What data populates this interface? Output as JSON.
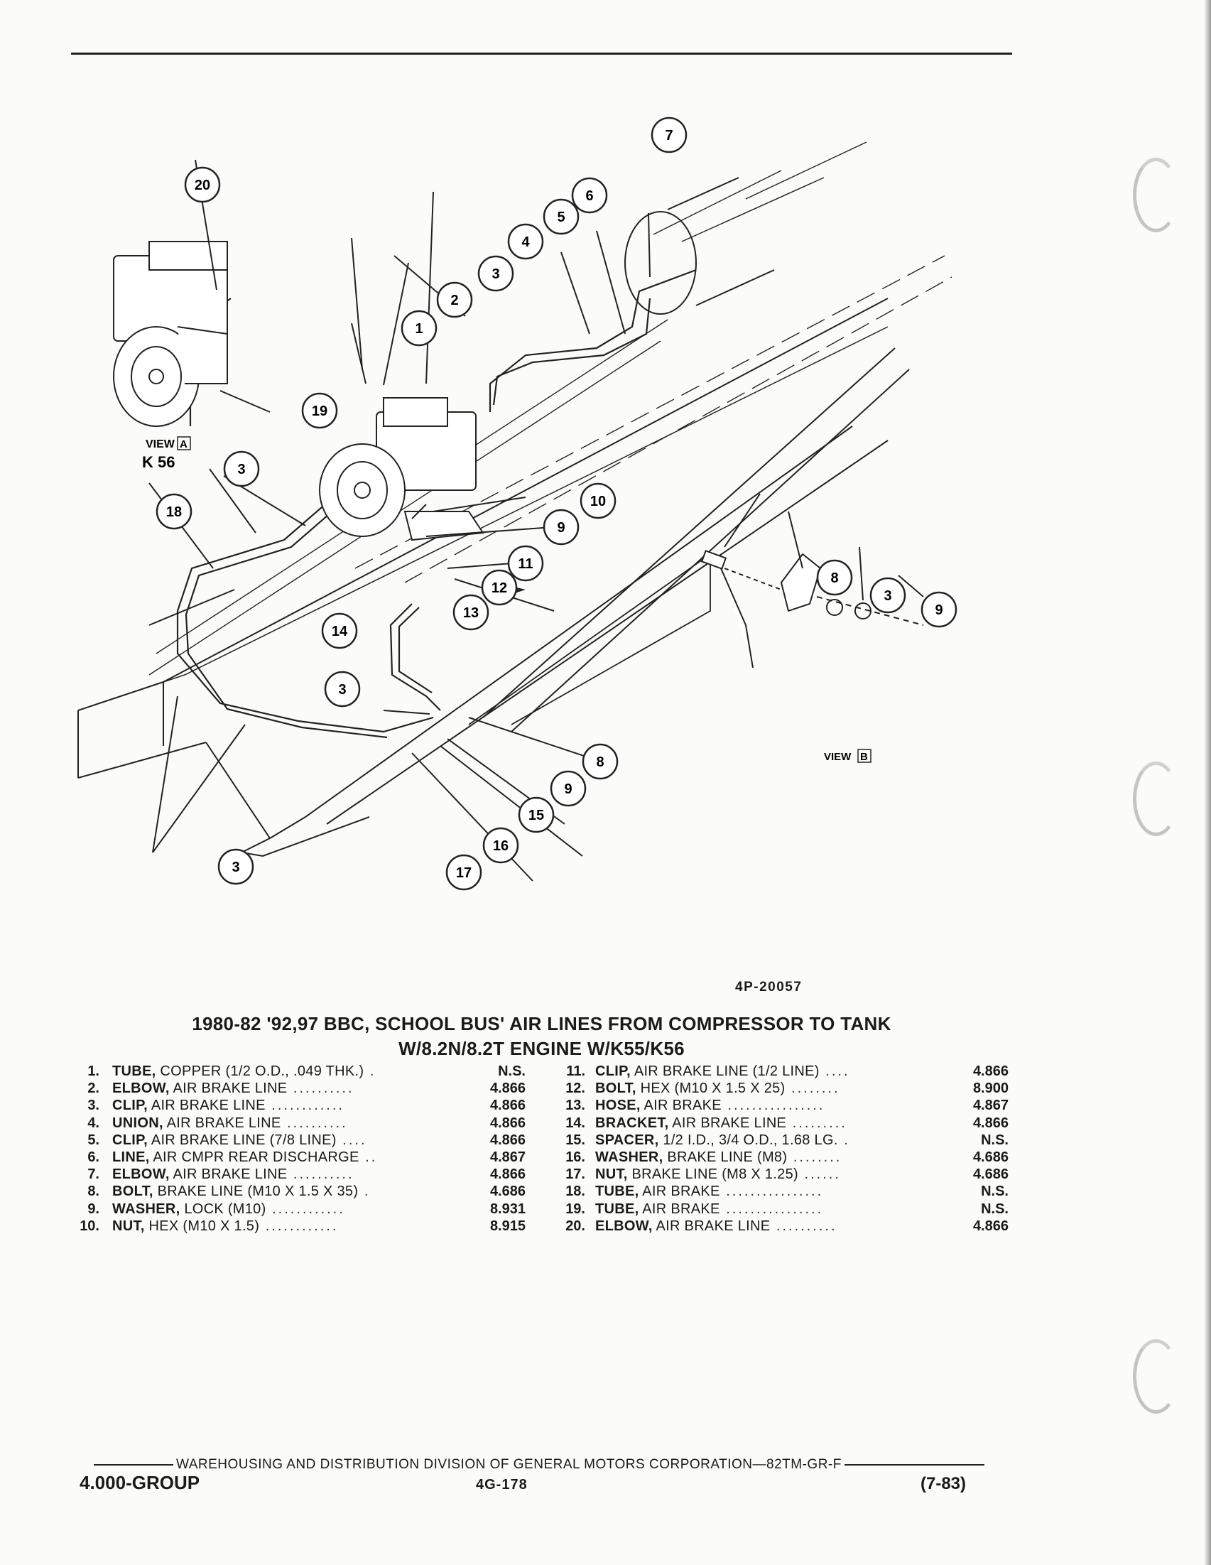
{
  "figure": {
    "number": "4P-20057",
    "title_line1": "1980-82 '92,97 BBC, SCHOOL BUS' AIR LINES FROM COMPRESSOR TO TANK",
    "title_line2": "W/8.2N/8.2T ENGINE W/K55/K56",
    "view_a_label": "VIEW",
    "view_a_code": "A",
    "view_a_engine": "K 56",
    "view_b_label": "VIEW",
    "view_b_code": "B",
    "callouts": [
      "1",
      "2",
      "3",
      "4",
      "5",
      "6",
      "7",
      "8",
      "9",
      "10",
      "11",
      "12",
      "13",
      "14",
      "15",
      "16",
      "17",
      "18",
      "19",
      "20"
    ]
  },
  "parts_left": [
    {
      "num": "1.",
      "name": "TUBE,",
      "desc": "COPPER (1/2 O.D., .049 THK.)",
      "dots": " .",
      "ref": "N.S."
    },
    {
      "num": "2.",
      "name": "ELBOW,",
      "desc": "AIR BRAKE LINE",
      "dots": " ..........",
      "ref": "4.866"
    },
    {
      "num": "3.",
      "name": "CLIP,",
      "desc": "AIR BRAKE LINE",
      "dots": " ............",
      "ref": "4.866"
    },
    {
      "num": "4.",
      "name": "UNION,",
      "desc": "AIR BRAKE LINE",
      "dots": " ..........",
      "ref": "4.866"
    },
    {
      "num": "5.",
      "name": "CLIP,",
      "desc": "AIR BRAKE LINE (7/8 LINE)",
      "dots": " ....",
      "ref": "4.866"
    },
    {
      "num": "6.",
      "name": "LINE,",
      "desc": "AIR CMPR REAR DISCHARGE",
      "dots": " ..",
      "ref": "4.867"
    },
    {
      "num": "7.",
      "name": "ELBOW,",
      "desc": "AIR BRAKE LINE",
      "dots": " ..........",
      "ref": "4.866"
    },
    {
      "num": "8.",
      "name": "BOLT,",
      "desc": "BRAKE LINE (M10 X 1.5 X 35)",
      "dots": " .",
      "ref": "4.686"
    },
    {
      "num": "9.",
      "name": "WASHER,",
      "desc": "LOCK (M10)",
      "dots": " ............",
      "ref": "8.931"
    },
    {
      "num": "10.",
      "name": "NUT,",
      "desc": "HEX (M10 X 1.5)",
      "dots": " ............",
      "ref": "8.915"
    }
  ],
  "parts_right": [
    {
      "num": "11.",
      "name": "CLIP,",
      "desc": "AIR BRAKE LINE (1/2 LINE)",
      "dots": " ....",
      "ref": "4.866"
    },
    {
      "num": "12.",
      "name": "BOLT,",
      "desc": "HEX (M10 X 1.5 X 25)",
      "dots": " ........",
      "ref": "8.900"
    },
    {
      "num": "13.",
      "name": "HOSE,",
      "desc": "AIR BRAKE",
      "dots": " ................",
      "ref": "4.867"
    },
    {
      "num": "14.",
      "name": "BRACKET,",
      "desc": "AIR BRAKE LINE",
      "dots": " .........",
      "ref": "4.866"
    },
    {
      "num": "15.",
      "name": "SPACER,",
      "desc": "1/2 I.D., 3/4 O.D., 1.68 LG.",
      "dots": " .",
      "ref": "N.S."
    },
    {
      "num": "16.",
      "name": "WASHER,",
      "desc": "BRAKE LINE (M8)",
      "dots": " ........",
      "ref": "4.686"
    },
    {
      "num": "17.",
      "name": "NUT,",
      "desc": "BRAKE LINE (M8 X 1.25)",
      "dots": " ......",
      "ref": "4.686"
    },
    {
      "num": "18.",
      "name": "TUBE,",
      "desc": "AIR BRAKE",
      "dots": " ................",
      "ref": "N.S."
    },
    {
      "num": "19.",
      "name": "TUBE,",
      "desc": "AIR BRAKE",
      "dots": " ................",
      "ref": "N.S."
    },
    {
      "num": "20.",
      "name": "ELBOW,",
      "desc": "AIR BRAKE LINE",
      "dots": " ..........",
      "ref": "4.866"
    }
  ],
  "footer": {
    "division": "WAREHOUSING AND DISTRIBUTION  DIVISION OF GENERAL MOTORS CORPORATION—82TM-GR-F",
    "group": "4.000-GROUP",
    "page": "4G-178",
    "date": "(7-83)"
  }
}
